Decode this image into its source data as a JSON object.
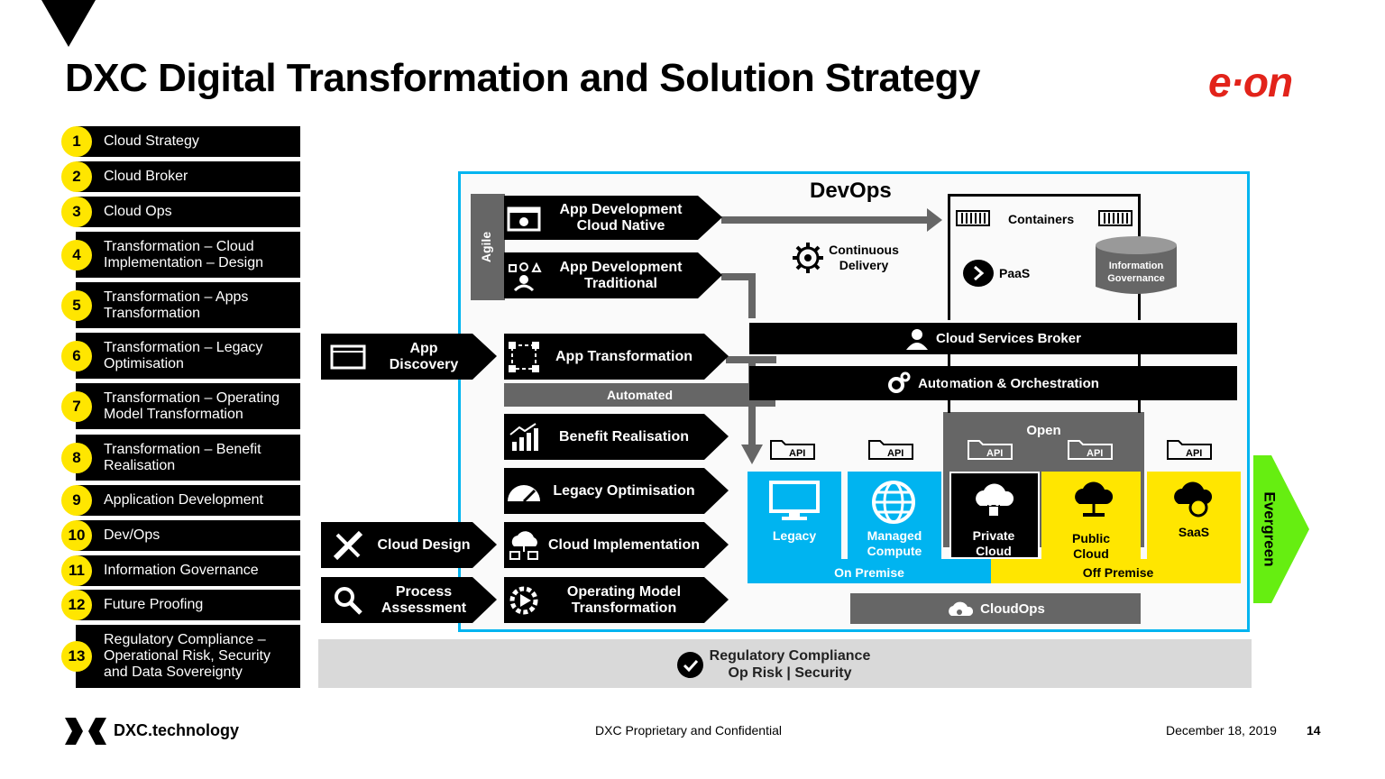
{
  "header": {
    "title": "DXC Digital Transformation and Solution Strategy",
    "logo_text": "e·on"
  },
  "numbered_list": [
    {
      "num": "1",
      "label": "Cloud Strategy"
    },
    {
      "num": "2",
      "label": "Cloud Broker"
    },
    {
      "num": "3",
      "label": "Cloud Ops"
    },
    {
      "num": "4",
      "label": "Transformation – Cloud Implementation – Design"
    },
    {
      "num": "5",
      "label": "Transformation – Apps Transformation"
    },
    {
      "num": "6",
      "label": "Transformation – Legacy Optimisation"
    },
    {
      "num": "7",
      "label": "Transformation – Operating Model Transformation"
    },
    {
      "num": "8",
      "label": "Transformation – Benefit Realisation"
    },
    {
      "num": "9",
      "label": "Application Development"
    },
    {
      "num": "10",
      "label": "Dev/Ops"
    },
    {
      "num": "11",
      "label": "Information Governance"
    },
    {
      "num": "12",
      "label": "Future Proofing"
    },
    {
      "num": "13",
      "label": "Regulatory Compliance – Operational Risk, Security and Data Sovereignty"
    }
  ],
  "diagram": {
    "devops": "DevOps",
    "agile": "Agile",
    "app_dev_cloud_native": "App Development Cloud Native",
    "app_dev_traditional": "App Development Traditional",
    "continuous_delivery": "Continuous Delivery",
    "containers": "Containers",
    "paas": "PaaS",
    "information_governance": "Information Governance",
    "app_discovery": "App Discovery",
    "app_transformation": "App Transformation",
    "automated": "Automated",
    "cloud_services_broker": "Cloud Services Broker",
    "automation_orchestration": "Automation & Orchestration",
    "benefit_realisation": "Benefit Realisation",
    "legacy_optimisation": "Legacy Optimisation",
    "cloud_design": "Cloud Design",
    "cloud_implementation": "Cloud Implementation",
    "process_assessment": "Process Assessment",
    "operating_model_transformation": "Operating Model Transformation",
    "open": "Open",
    "api": "API",
    "legacy": "Legacy",
    "managed_compute": "Managed Compute",
    "private_cloud": "Private Cloud",
    "public_cloud": "Public Cloud",
    "saas": "SaaS",
    "on_premise": "On Premise",
    "off_premise": "Off Premise",
    "cloudops": "CloudOps",
    "evergreen": "Evergreen",
    "regulatory_line1": "Regulatory Compliance",
    "regulatory_line2": "Op Risk | Security"
  },
  "colors": {
    "cyan": "#00b4f0",
    "yellow": "#ffe600",
    "green": "#66ee11",
    "red": "#e2231a",
    "grey": "#666666"
  },
  "footer": {
    "brand": "DXC.technology",
    "confidential": "DXC Proprietary and Confidential",
    "date": "December 18, 2019",
    "page": "14"
  }
}
